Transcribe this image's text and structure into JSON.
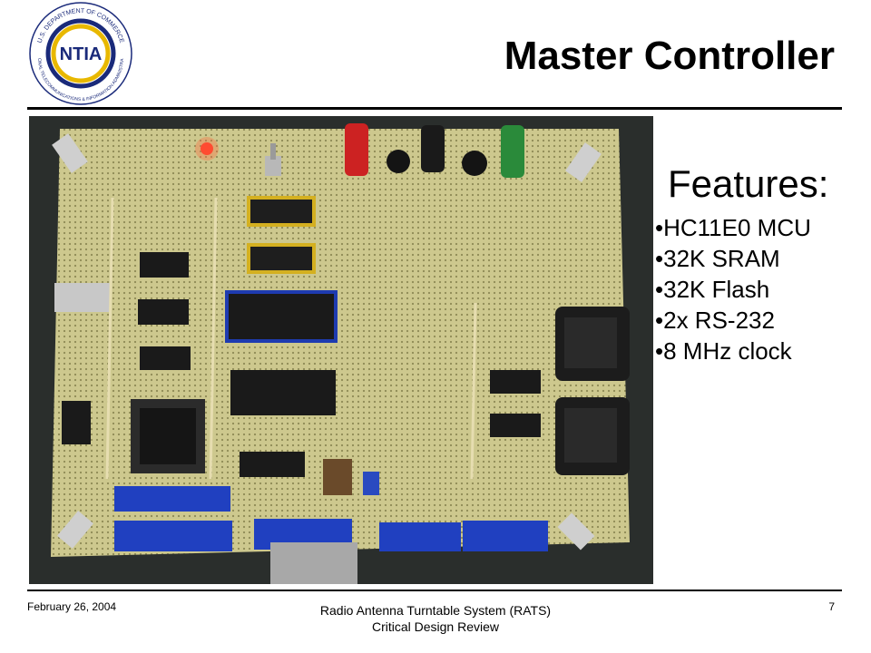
{
  "slide": {
    "title": "Master Controller"
  },
  "logo": {
    "abbrev": "NTIA",
    "ring_top": "U.S. DEPARTMENT OF COMMERCE",
    "ring_bottom": "NATIONAL TELECOMMUNICATIONS & INFORMATION ADMINISTRATION"
  },
  "features": {
    "heading": "Features:",
    "items": [
      "•HC11E0 MCU",
      "•32K SRAM",
      "•32K Flash",
      "•2x RS-232",
      "•8 MHz clock"
    ]
  },
  "footer": {
    "date": "February 26, 2004",
    "line1": "Radio Antenna Turntable System (RATS)",
    "line2": "Critical Design Review",
    "page": "7"
  },
  "colors": {
    "board": "#c9c48a",
    "background": "#2a2e2c",
    "logo_gold": "#e8b800",
    "logo_navy": "#1a2a7a"
  }
}
